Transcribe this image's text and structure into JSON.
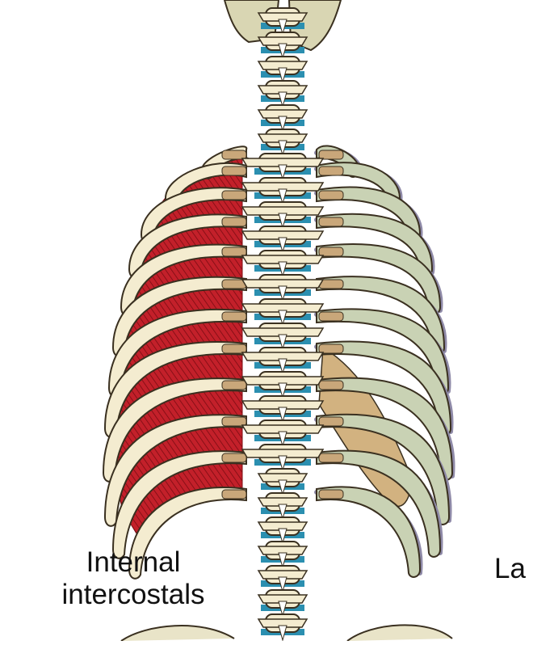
{
  "labels": {
    "internal_line1": "Internal",
    "internal_line2": "intercostals",
    "lateral_partial": "La"
  },
  "colors": {
    "bone": "#f4ecd0",
    "bone_stroke": "#3a3020",
    "rib_right": "#c9d2b4",
    "shadow": "#8f8aa8",
    "cartilage": "#c9a77a",
    "muscle": "#c3202a",
    "muscle_fiber": "#7a0c12",
    "disc": "#2b8fb0",
    "scapula": "#d2b280"
  }
}
